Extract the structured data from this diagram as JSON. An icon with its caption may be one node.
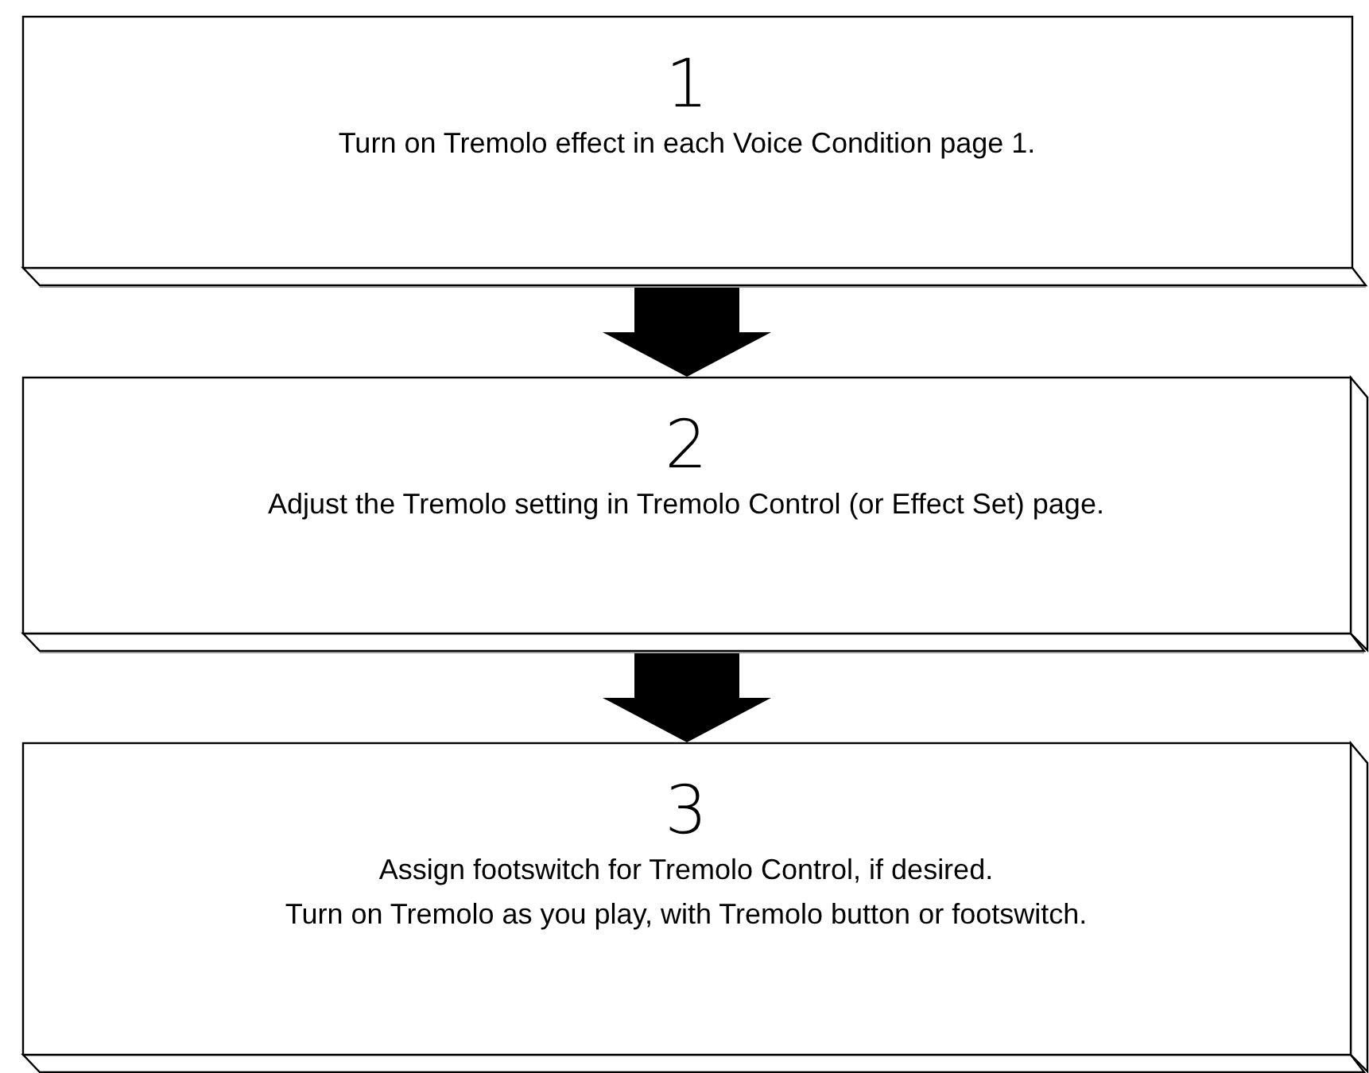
{
  "diagram": {
    "nodes": [
      {
        "text": [
          "1",
          "Turn on Tremolo effect in each Voice Condition page 1."
        ]
      },
      {
        "text": [
          "2",
          "Adjust the Tremolo setting in Tremolo Control (or Effect Set) page."
        ]
      },
      {
        "text": [
          "3",
          "Assign footswitch for Tremolo Control, if desired.",
          "Turn on Tremolo as you play, with Tremolo button or footswitch."
        ]
      }
    ],
    "edges": [
      {
        "from": 0,
        "to": 1,
        "arrow": "to"
      },
      {
        "from": 1,
        "to": 2,
        "arrow": "to"
      }
    ]
  }
}
